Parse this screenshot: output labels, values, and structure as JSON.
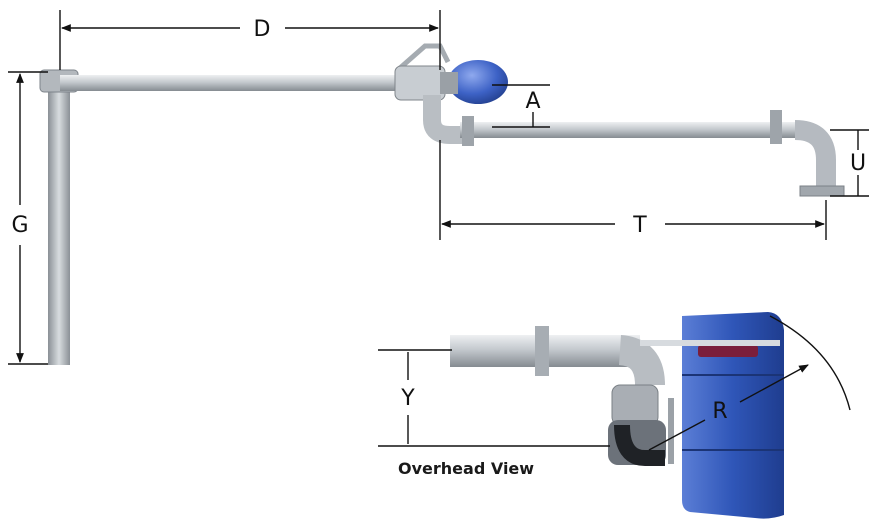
{
  "dimensions": {
    "D": "D",
    "A": "A",
    "U": "U",
    "G": "G",
    "T": "T",
    "Y": "Y",
    "R": "R"
  },
  "caption": "Overhead View",
  "colors": {
    "pipe": "#bfc4c9",
    "pipe_dark": "#8d9399",
    "pipe_light": "#e6e9ec",
    "valve_blue": "#3f63c4",
    "panel_blue": "#2f56b8",
    "line": "#111111"
  }
}
